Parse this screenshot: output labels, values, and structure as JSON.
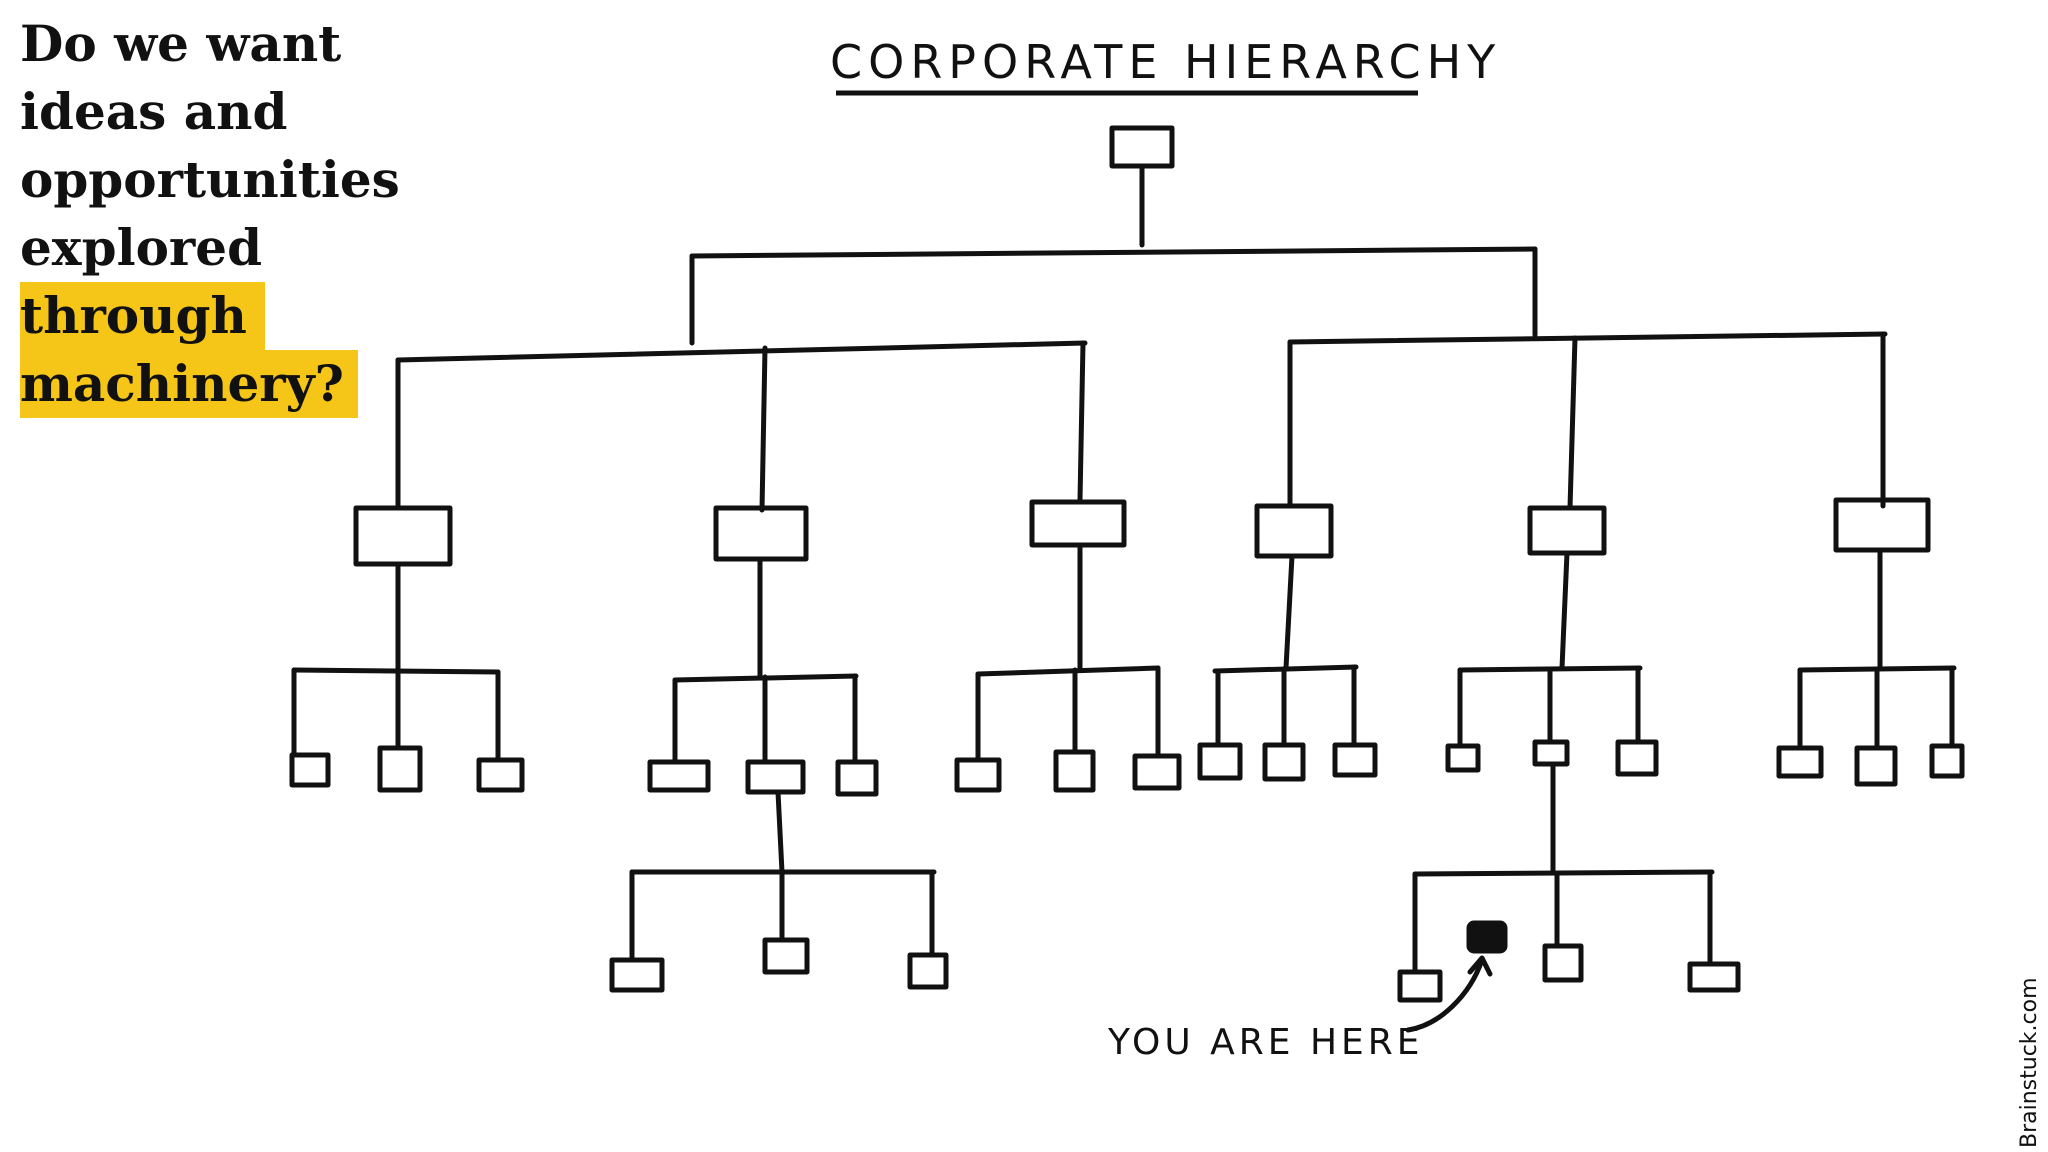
{
  "question": {
    "lines": [
      "Do we want",
      "ideas and",
      "opportunities",
      "explored",
      "through",
      "machinery?"
    ],
    "highlight_color": "#f5c518"
  },
  "diagram": {
    "title": "CORPORATE HIERARCHY",
    "pointer_label": "YOU ARE HERE",
    "credit": "Brainstuck.com"
  }
}
